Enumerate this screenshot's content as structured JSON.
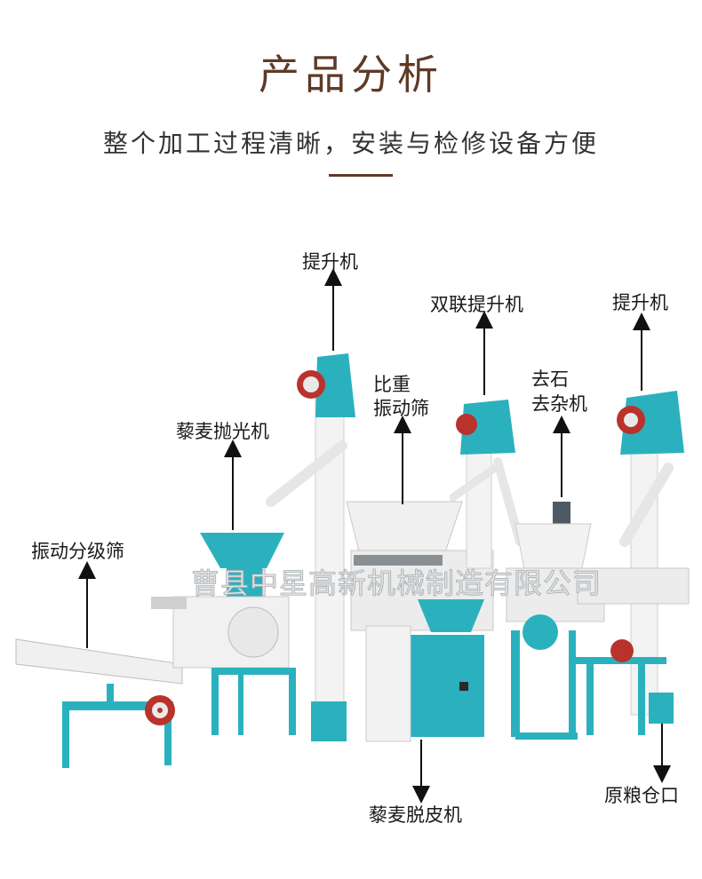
{
  "header": {
    "title": "产品分析",
    "subtitle": "整个加工过程清晰，安装与检修设备方便"
  },
  "labels": {
    "elevator_left": "提升机",
    "double_elevator": "双联提升机",
    "elevator_right": "提升机",
    "gravity_screen_line1": "比重",
    "gravity_screen_line2": "振动筛",
    "destoner_line1": "去石",
    "destoner_line2": "去杂机",
    "polisher": "藜麦抛光机",
    "vibrating_grader": "振动分级筛",
    "huller": "藜麦脱皮机",
    "grain_inlet": "原粮仓口"
  },
  "watermark": "曹县中星高新机械制造有限公司",
  "colors": {
    "title_brown": "#5e3a26",
    "machine_teal": "#29b0bd",
    "machine_white": "#f2f2f2",
    "wheel_red": "#b9322c"
  }
}
